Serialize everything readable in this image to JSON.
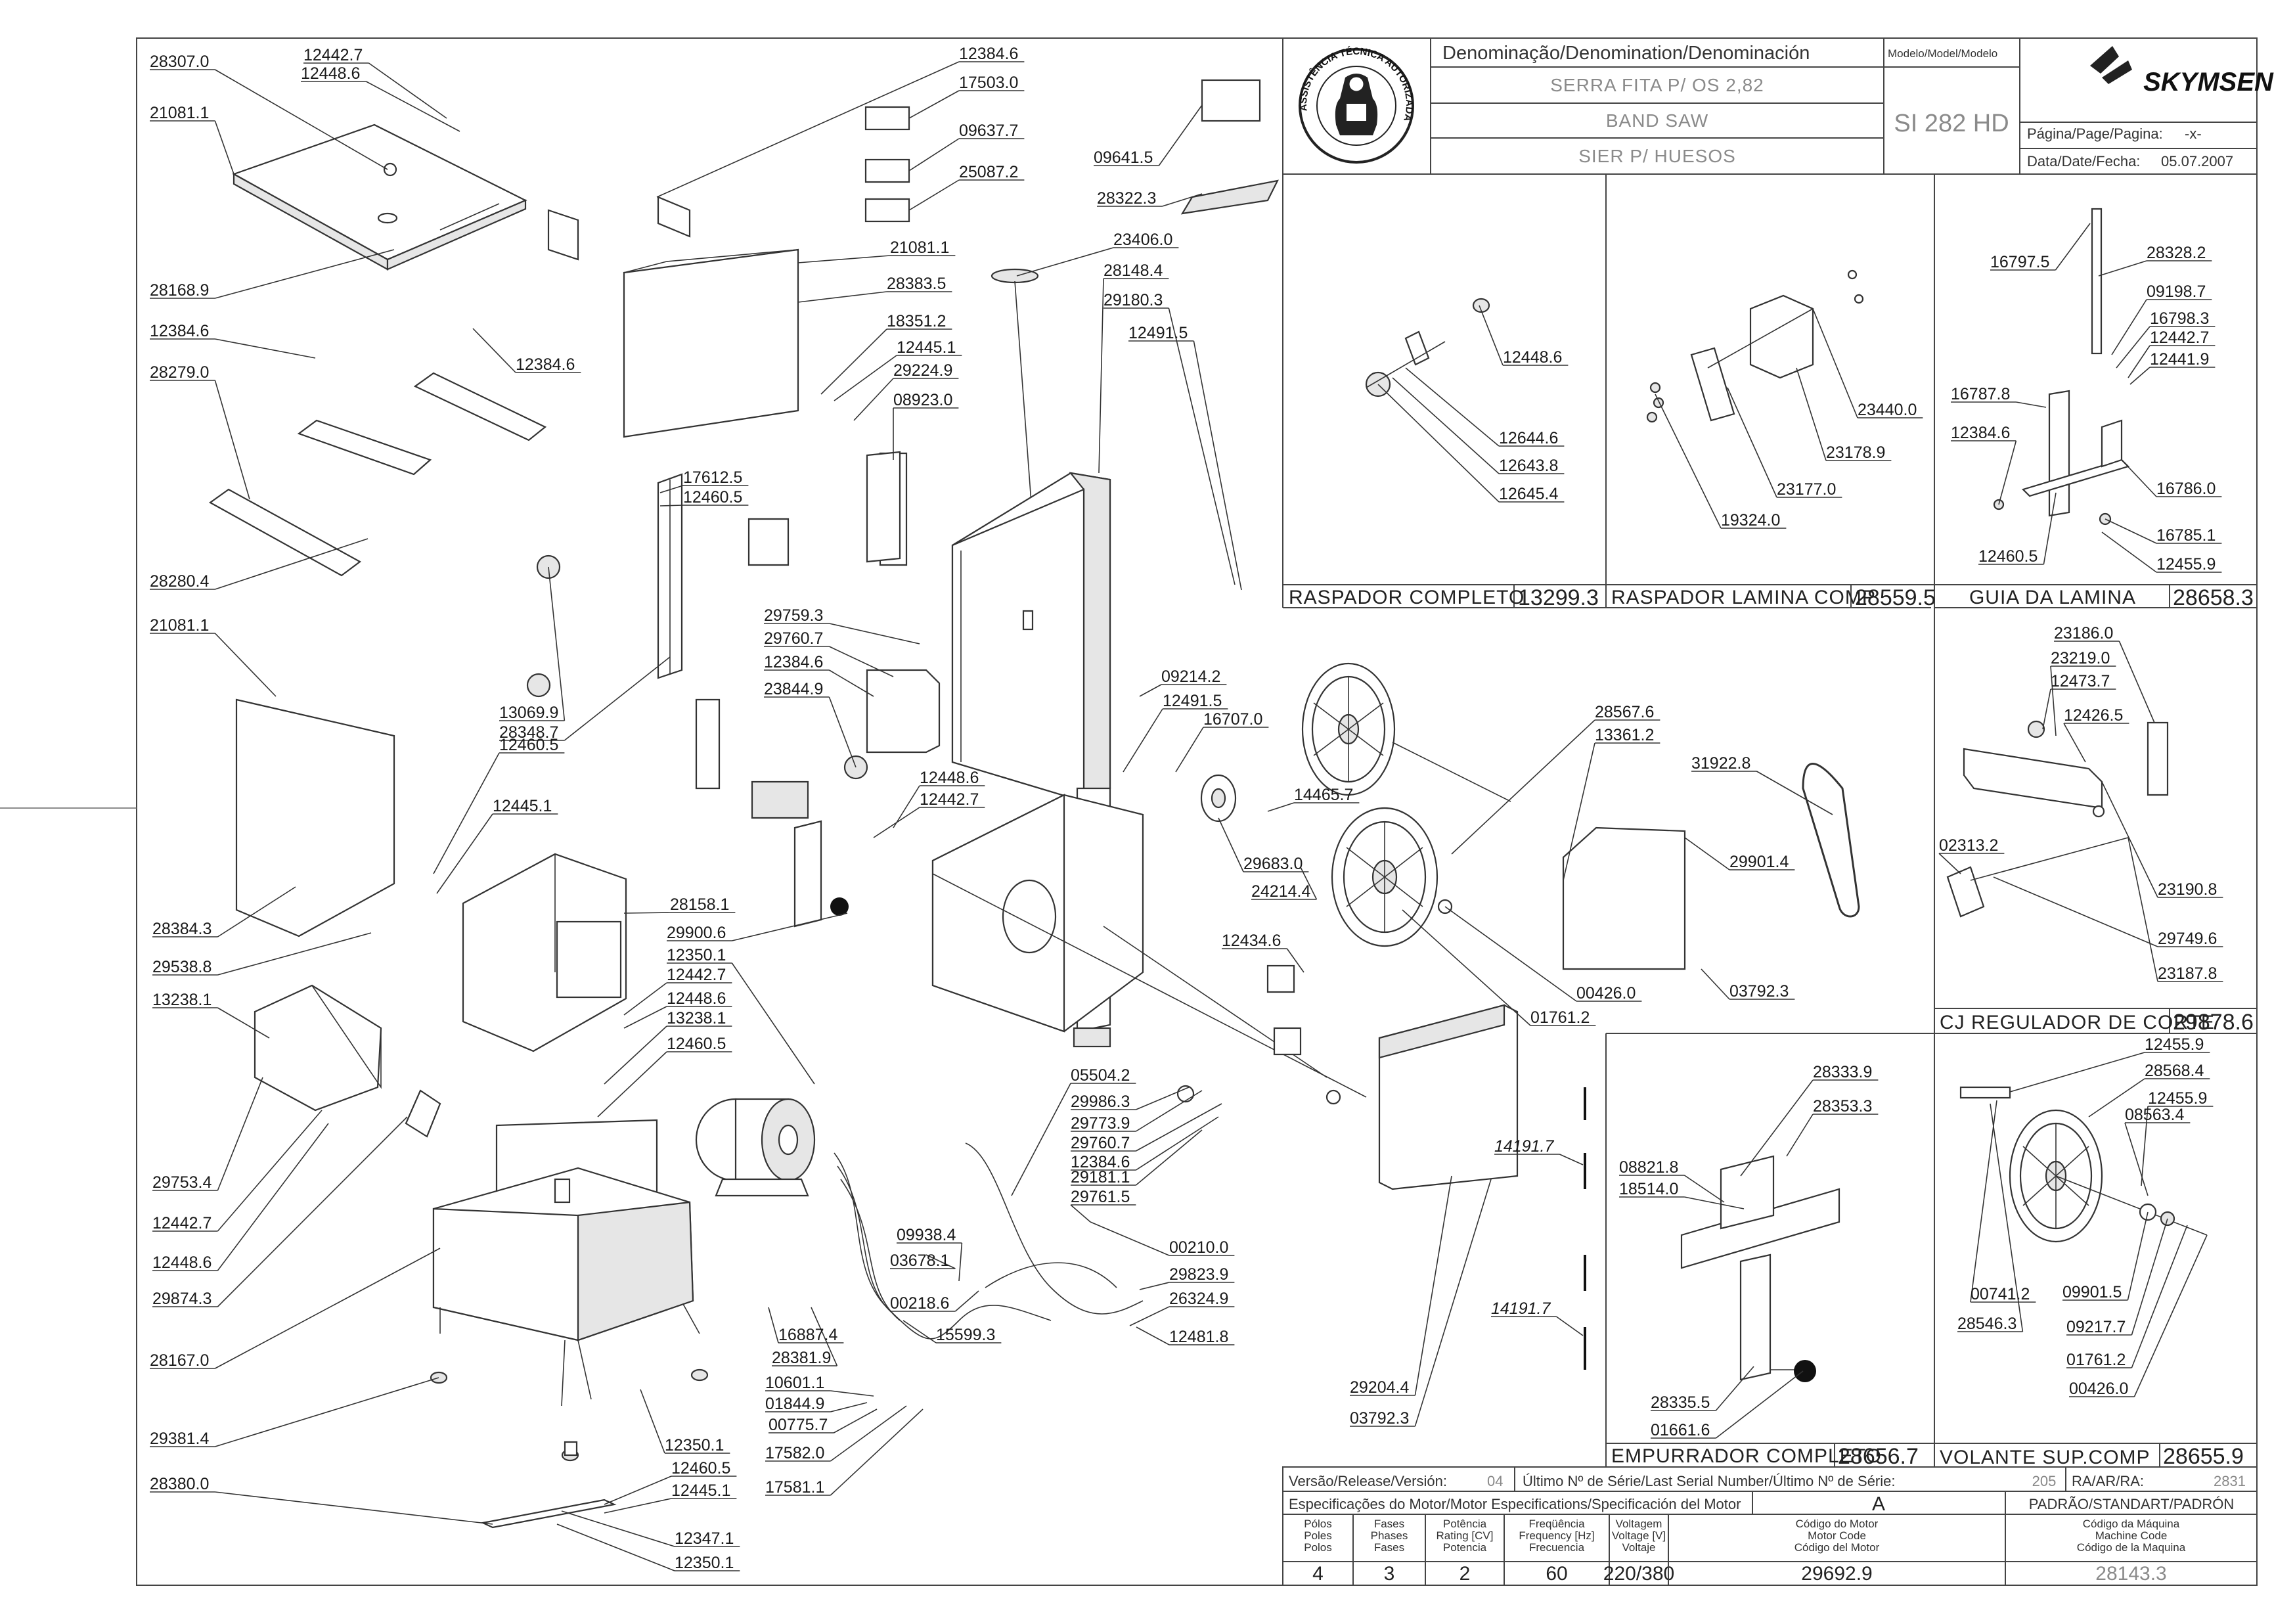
{
  "title_block": {
    "denomination_header": "Denominação/Denomination/Denominación",
    "model_header": "Modelo/Model/Modelo",
    "name_pt": "SERRA FITA P/ OS 2,82",
    "name_en": "BAND SAW",
    "name_es": "SIER P/ HUESOS",
    "model": "SI 282 HD",
    "page_label": "Página/Page/Pagina:",
    "page_value": "-x-",
    "date_label": "Data/Date/Fecha:",
    "date_value": "05.07.2007",
    "brand": "SKYMSEN",
    "stamp_text": "ASSISTÊNCIA TÉCNICA AUTORIZADA"
  },
  "footer": {
    "release_label": "Versão/Release/Versión:",
    "release_value": "04",
    "serial_label": "Último Nº de Série/Last Serial Number/Último Nº de Série:",
    "serial_value": "205",
    "ra_label": "RA/AR/RA:",
    "ra_value": "2831",
    "motor_spec_label": "Especificações do Motor/Motor Especifications/Specificación del Motor",
    "standard_code": "A",
    "standard_label": "PADRÃO/STANDART/PADRÓN",
    "columns": [
      {
        "h1": "Pólos",
        "h2": "Poles",
        "h3": "Polos",
        "value": "4"
      },
      {
        "h1": "Fases",
        "h2": "Phases",
        "h3": "Fases",
        "value": "3"
      },
      {
        "h1": "Potência",
        "h2": "Rating [CV]",
        "h3": "Potencia",
        "value": "2"
      },
      {
        "h1": "Freqüência",
        "h2": "Frequency [Hz]",
        "h3": "Frecuencia",
        "value": "60"
      },
      {
        "h1": "Voltagem",
        "h2": "Voltage [V]",
        "h3": "Voltaje",
        "value": "220/380"
      },
      {
        "h1": "Código do Motor",
        "h2": "Motor Code",
        "h3": "Código del Motor",
        "value": "29692.9"
      },
      {
        "h1": "Código da Máquina",
        "h2": "Machine Code",
        "h3": "Código de la Maquina",
        "value": "28143.3"
      }
    ]
  },
  "sections": [
    {
      "name": "RASPADOR COMPLETO",
      "code": "13299.3"
    },
    {
      "name": "RASPADOR LAMINA COMP",
      "code": "28559.5"
    },
    {
      "name": "GUIA DA LAMINA",
      "code": "28658.3"
    },
    {
      "name": "CJ REGULADOR DE CORTE",
      "code": "29878.6"
    },
    {
      "name": "EMPURRADOR COMPLETO",
      "code": "28656.7"
    },
    {
      "name": "VOLANTE SUP.COMP",
      "code": "28655.9"
    }
  ],
  "part_labels": [
    "28307.0",
    "12442.7",
    "12448.6",
    "12384.6",
    "17503.0",
    "09637.7",
    "25087.2",
    "21081.1",
    "28168.9",
    "12384.6",
    "28279.0",
    "28280.4",
    "21081.1",
    "28384.3",
    "12384.6",
    "21081.1",
    "28383.5",
    "18351.2",
    "12445.1",
    "29224.9",
    "08923.0",
    "17612.5",
    "12460.5",
    "13069.9",
    "28348.7",
    "12460.5",
    "12445.1",
    "29759.3",
    "29760.7",
    "12384.6",
    "23844.9",
    "12448.6",
    "12442.7",
    "28158.1",
    "29900.6",
    "12350.1",
    "12442.7",
    "12448.6",
    "13238.1",
    "12460.5",
    "29538.8",
    "13238.1",
    "29753.4",
    "12442.7",
    "12448.6",
    "29874.3",
    "28167.0",
    "29381.4",
    "28380.0",
    "12350.1",
    "12460.5",
    "12445.1",
    "12347.1",
    "12350.1",
    "16887.4",
    "28381.9",
    "15599.3",
    "10601.1",
    "01844.9",
    "00775.7",
    "17582.0",
    "17581.1",
    "09938.4",
    "03678.1",
    "00218.6",
    "05504.2",
    "29986.3",
    "29773.9",
    "29760.7",
    "12384.6",
    "29181.1",
    "29761.5",
    "00210.0",
    "29823.9",
    "26324.9",
    "12481.8",
    "09641.5",
    "28322.3",
    "23406.0",
    "28148.4",
    "29180.3",
    "12491.5",
    "09214.2",
    "12491.5",
    "16707.0",
    "14465.7",
    "29683.0",
    "24214.4",
    "28567.6",
    "13361.2",
    "31922.8",
    "29901.4",
    "00426.0",
    "01761.2",
    "03792.3",
    "12434.6",
    "14191.7",
    "14191.7",
    "29204.4",
    "03792.3",
    "12448.6",
    "12644.6",
    "12643.8",
    "12645.4",
    "23440.0",
    "23178.9",
    "23177.0",
    "19324.0",
    "16797.5",
    "28328.2",
    "09198.7",
    "16798.3",
    "12442.7",
    "12441.9",
    "16787.8",
    "12384.6",
    "16786.0",
    "16785.1",
    "12460.5",
    "12455.9",
    "23186.0",
    "23219.0",
    "12473.7",
    "12426.5",
    "02313.2",
    "23190.8",
    "29749.6",
    "23187.8",
    "28333.9",
    "28353.3",
    "08821.8",
    "18514.0",
    "28335.5",
    "01661.6",
    "12455.9",
    "28568.4",
    "12455.9",
    "08563.4",
    "00741.2",
    "28546.3",
    "09901.5",
    "09217.7",
    "01761.2",
    "00426.0"
  ]
}
